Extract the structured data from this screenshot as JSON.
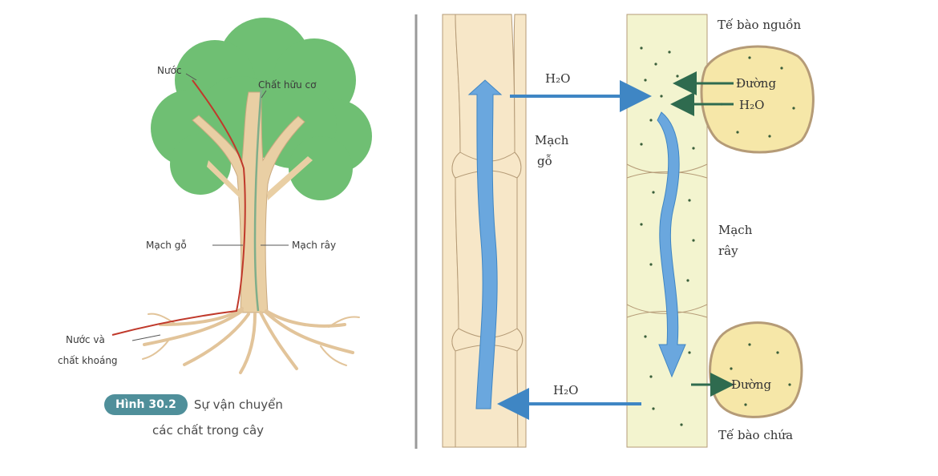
{
  "tree_panel": {
    "labels": {
      "water": "Nước",
      "organic": "Chất hữu cơ",
      "xylem": "Mạch gỗ",
      "phloem": "Mạch rây",
      "water_minerals_1": "Nước và",
      "water_minerals_2": "chất khoáng"
    },
    "caption": {
      "badge": "Hình 30.2",
      "line1": "Sự vận chuyển",
      "line2": "các chất trong cây"
    }
  },
  "vessel_panel": {
    "labels": {
      "h2o_top": "H₂O",
      "h2o_bottom": "H₂O",
      "xylem_1": "Mạch",
      "xylem_2": "gỗ",
      "source_cell": "Tế bào nguồn",
      "sugar_in": "Đường",
      "h2o_in": "H₂O",
      "phloem_1": "Mạch",
      "phloem_2": "rây",
      "sugar_out": "Đường",
      "sink_cell": "Tế bào chứa"
    }
  },
  "colors": {
    "foliage": "#6fbf73",
    "trunk": "#e9cfa4",
    "xylem_line": "#c0392b",
    "phloem_line": "#7fae8a",
    "vessel_fill": "#f7e7c8",
    "phloem_fill": "#f3f4cf",
    "flow_arrow": "#6aa7de",
    "horizontal_arrow": "#3f86c4",
    "cell_fill": "#f6e7a8",
    "divider": "#9a9a9a"
  }
}
